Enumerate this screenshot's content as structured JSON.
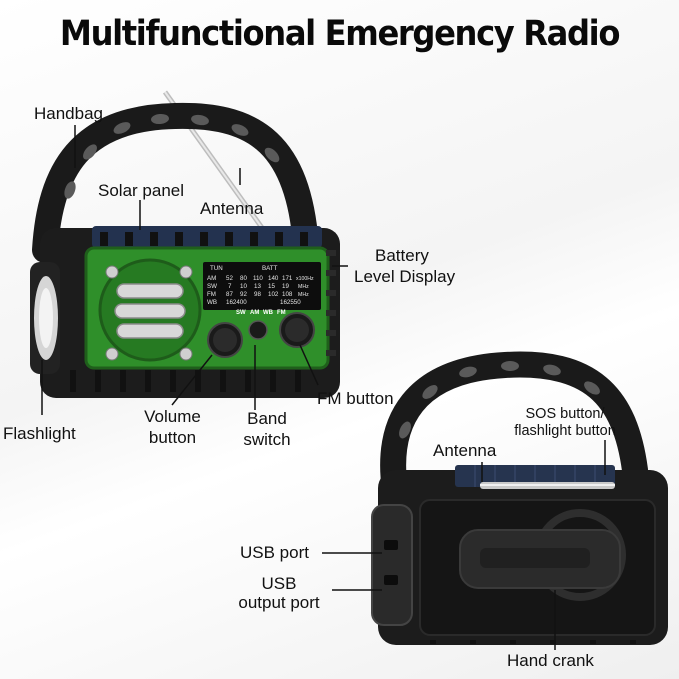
{
  "title": "Multifunctional Emergency Radio",
  "labels": {
    "handbag": "Handbag",
    "solar_panel": "Solar panel",
    "antenna_front": "Antenna",
    "battery_line1": "Battery",
    "battery_line2": "Level Display",
    "flashlight": "Flashlight",
    "volume_line1": "Volume",
    "volume_line2": "button",
    "band_line1": "Band",
    "band_line2": "switch",
    "fm_button": "FM button",
    "sos_line1": "SOS button/",
    "sos_line2": "flashlight button",
    "antenna_back": "Antenna",
    "usb_port": "USB port",
    "usb_out_line1": "USB",
    "usb_out_line2": "output port",
    "hand_crank": "Hand crank"
  },
  "display": {
    "top": [
      "TUN",
      "BATT"
    ],
    "bands": [
      "AM",
      "SW",
      "FM",
      "WB"
    ],
    "rows": [
      [
        "52",
        "80",
        "110",
        "140",
        "171",
        "x100Hz"
      ],
      [
        "7",
        "10",
        "13",
        "15",
        "19",
        "MHz"
      ],
      [
        "87",
        "92",
        "98",
        "102",
        "108",
        "MHz"
      ],
      [
        "162400",
        "",
        "",
        "",
        "162550",
        ""
      ]
    ],
    "buttons": [
      "SW",
      "AM",
      "WB",
      "FM"
    ]
  },
  "colors": {
    "radio_green": "#2f8f2a",
    "body_black": "#1c1c1c",
    "display_bg": "#0d0d0d",
    "title": "#0a0a0a"
  }
}
